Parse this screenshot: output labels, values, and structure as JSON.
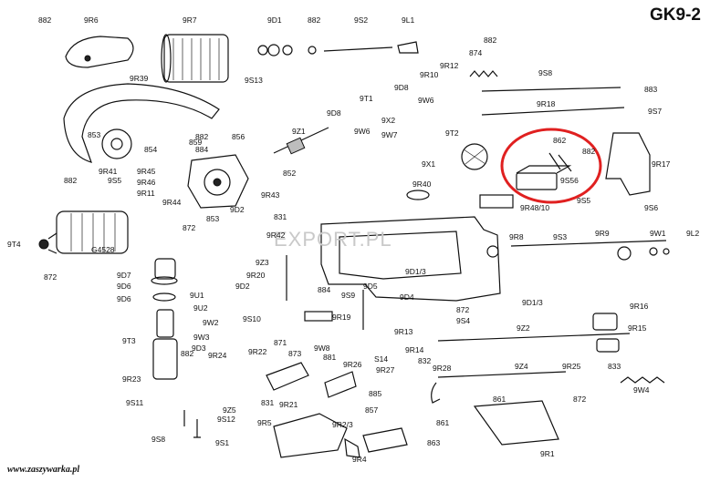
{
  "header": {
    "title": "GK9-2"
  },
  "footer": {
    "site": "www.zaszywarka.pl"
  },
  "watermark": {
    "text": "EXPORT.PL"
  },
  "highlight": {
    "color": "#e02020",
    "target": "9S56"
  },
  "labels": [
    "882",
    "9R6",
    "9R7",
    "9D1",
    "882",
    "9S2",
    "9L1",
    "GK9-2",
    "882",
    "874",
    "9R12",
    "9R10",
    "9S8",
    "9R39",
    "9S13",
    "9D8",
    "883",
    "9T1",
    "9W6",
    "9R18",
    "9S7",
    "9D8",
    "9X2",
    "9W6",
    "9W7",
    "9Z1",
    "9T2",
    "853",
    "859",
    "882",
    "854",
    "884",
    "856",
    "9R41",
    "9R45",
    "852",
    "9S5",
    "9R46",
    "9R11",
    "9R43",
    "882",
    "9X1",
    "862",
    "882",
    "9R17",
    "9S56",
    "9R44",
    "853",
    "9D2",
    "872",
    "9R40",
    "9S5",
    "9R48/10",
    "9S6",
    "9T4",
    "G4528",
    "831",
    "9R42",
    "9R8",
    "9S3",
    "9R9",
    "9W1",
    "9L2",
    "872",
    "9D7",
    "9Z3",
    "9D1/3",
    "9D6",
    "9R20",
    "9D2",
    "884",
    "9D4",
    "9D5",
    "9D6",
    "9U1",
    "9S9",
    "9D1/3",
    "9U2",
    "9R19",
    "872",
    "9R16",
    "9S10",
    "9S4",
    "9T3",
    "9W2",
    "9R13",
    "9Z2",
    "9R15",
    "9W3",
    "871",
    "9D3",
    "873",
    "882",
    "9R24",
    "9R22",
    "9W8",
    "881",
    "S14",
    "9R14",
    "833",
    "9R23",
    "9R26",
    "9R27",
    "832",
    "9R28",
    "9Z4",
    "9R25",
    "9S11",
    "872",
    "9Z5",
    "831",
    "9W4",
    "9S12",
    "9R21",
    "885",
    "861",
    "9S8",
    "9R5",
    "857",
    "9R2/3",
    "861",
    "9S1",
    "863",
    "9R4",
    "9R1"
  ]
}
